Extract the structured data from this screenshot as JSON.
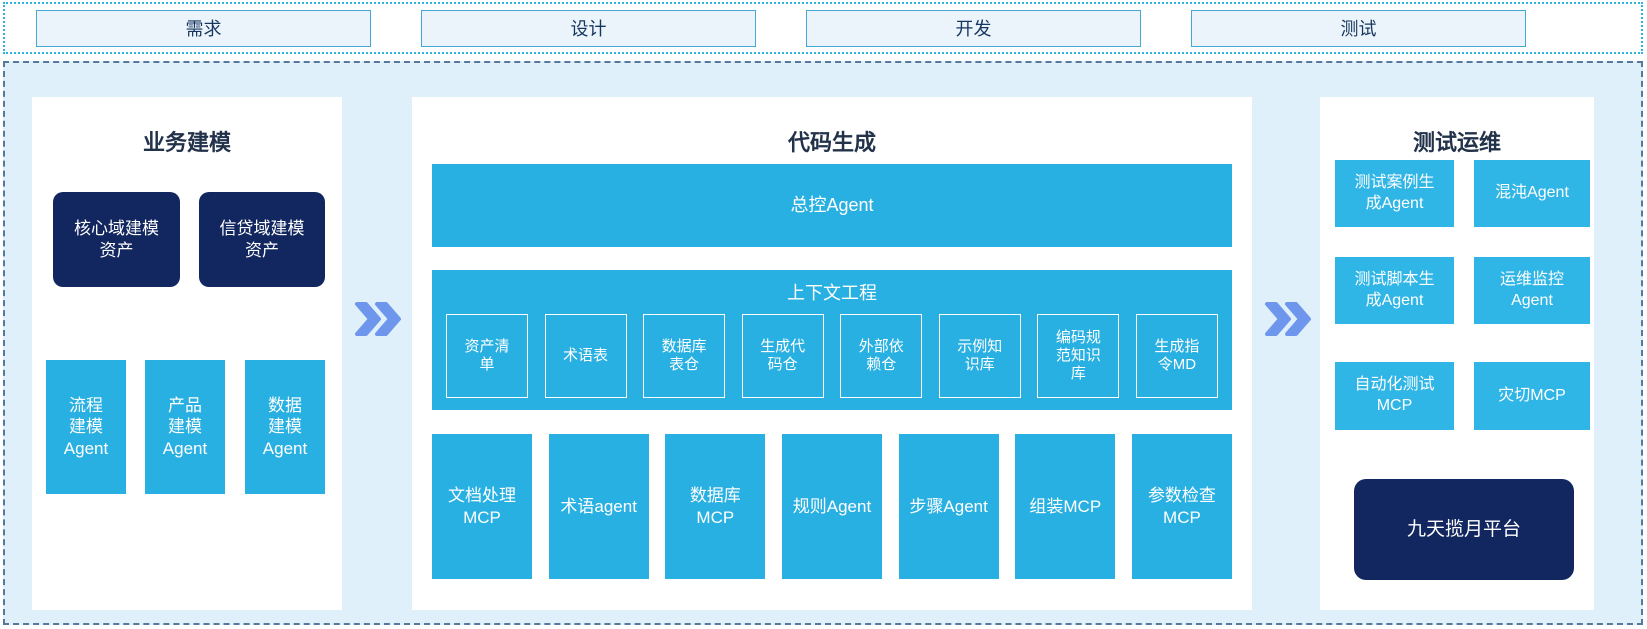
{
  "phases": [
    "需求",
    "设计",
    "开发",
    "测试"
  ],
  "business": {
    "title": "业务建模",
    "assets": [
      "核心域建模\n资产",
      "信贷域建模\n资产"
    ],
    "agents": [
      "流程\n建模\nAgent",
      "产品\n建模\nAgent",
      "数据\n建模\nAgent"
    ]
  },
  "codegen": {
    "title": "代码生成",
    "master_agent": "总控Agent",
    "context": {
      "title": "上下文工程",
      "items": [
        "资产清\n单",
        "术语表",
        "数据库\n表仓",
        "生成代\n码仓",
        "外部依\n赖仓",
        "示例知\n识库",
        "编码规\n范知识\n库",
        "生成指\n令MD"
      ]
    },
    "tools": [
      "文档处理\nMCP",
      "术语agent",
      "数据库\nMCP",
      "规则Agent",
      "步骤Agent",
      "组装MCP",
      "参数检查\nMCP"
    ]
  },
  "testops": {
    "title": "测试运维",
    "boxes": [
      "测试案例生\n成Agent",
      "混沌Agent",
      "测试脚本生\n成Agent",
      "运维监控\nAgent",
      "自动化测试\nMCP",
      "灾切MCP"
    ],
    "platform": "九天揽月平台"
  },
  "colors": {
    "cyan": "#29b0e2",
    "navy": "#12275f",
    "container_bg": "#e0f0fb",
    "panel_bg": "#ffffff",
    "arrow": "#6d96ec",
    "dotted_border": "#2db4da",
    "dashed_border": "#56789b",
    "phase_box_bg": "#ebf4fa",
    "phase_box_border": "#44a7d4",
    "phase_text": "#16365f"
  }
}
